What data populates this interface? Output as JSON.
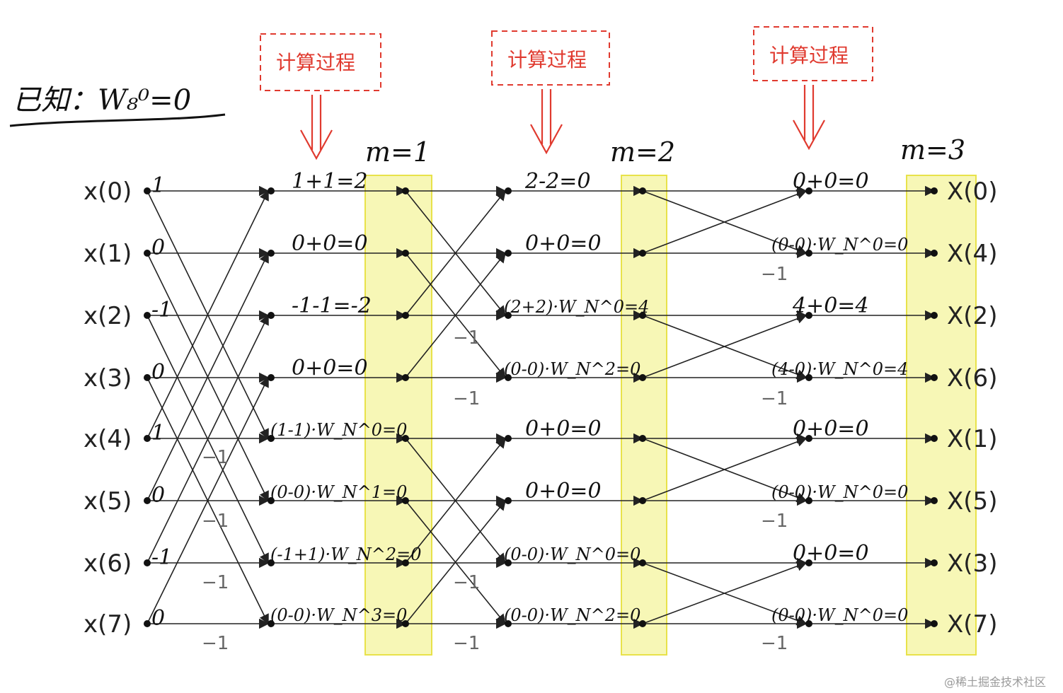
{
  "known_text": "已知：W₈⁰=0",
  "inputs": [
    "x(0)",
    "x(1)",
    "x(2)",
    "x(3)",
    "x(4)",
    "x(5)",
    "x(6)",
    "x(7)"
  ],
  "input_values": [
    "1",
    "0",
    "-1",
    "0",
    "1",
    "0",
    "-1",
    "0"
  ],
  "outputs": [
    "X(0)",
    "X(4)",
    "X(2)",
    "X(6)",
    "X(1)",
    "X(5)",
    "X(3)",
    "X(7)"
  ],
  "process_label": "计算过程",
  "stages": [
    {
      "m_label": "m=1",
      "values": [
        "1+1=2",
        "0+0=0",
        "-1-1=-2",
        "0+0=0",
        "(1-1)·W_N^0=0",
        "(0-0)·W_N^1=0",
        "(-1+1)·W_N^2=0",
        "(0-0)·W_N^3=0"
      ]
    },
    {
      "m_label": "m=2",
      "values": [
        "2-2=0",
        "0+0=0",
        "(2+2)·W_N^0=4",
        "(0-0)·W_N^2=0",
        "0+0=0",
        "0+0=0",
        "(0-0)·W_N^0=0",
        "(0-0)·W_N^2=0"
      ]
    },
    {
      "m_label": "m=3",
      "values": [
        "0+0=0",
        "(0-0)·W_N^0=0",
        "4+0=4",
        "(4-0)·W_N^0=4",
        "0+0=0",
        "(0-0)·W_N^0=0",
        "0+0=0",
        "(0-0)·W_N^0=0"
      ]
    }
  ],
  "minus_one": "−1",
  "watermark": "@稀土掘金技术社区",
  "colors": {
    "arrow": "#222222",
    "highlight": "#f0f07a",
    "box": "#e8e24a",
    "red": "#e03a2f"
  }
}
